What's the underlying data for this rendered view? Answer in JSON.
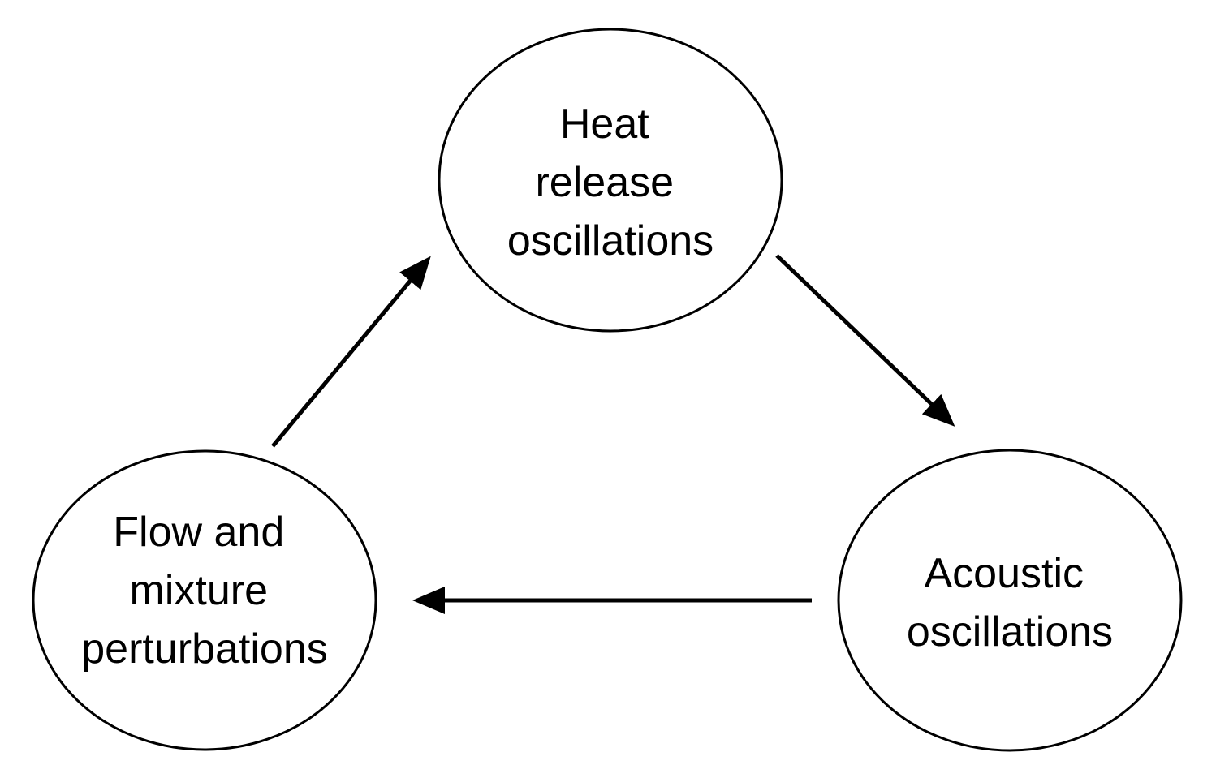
{
  "diagram": {
    "nodes": {
      "heat_release": {
        "lines": [
          "Heat",
          "release",
          "oscillations"
        ]
      },
      "acoustic": {
        "lines": [
          "Acoustic",
          "oscillations"
        ]
      },
      "flow_mixture": {
        "lines": [
          "Flow and",
          "mixture",
          "perturbations"
        ]
      }
    },
    "edges": [
      {
        "from": "heat_release",
        "to": "acoustic"
      },
      {
        "from": "acoustic",
        "to": "flow_mixture"
      },
      {
        "from": "flow_mixture",
        "to": "heat_release"
      }
    ],
    "colors": {
      "stroke": "#000000",
      "fill": "#ffffff",
      "text": "#000000"
    }
  }
}
